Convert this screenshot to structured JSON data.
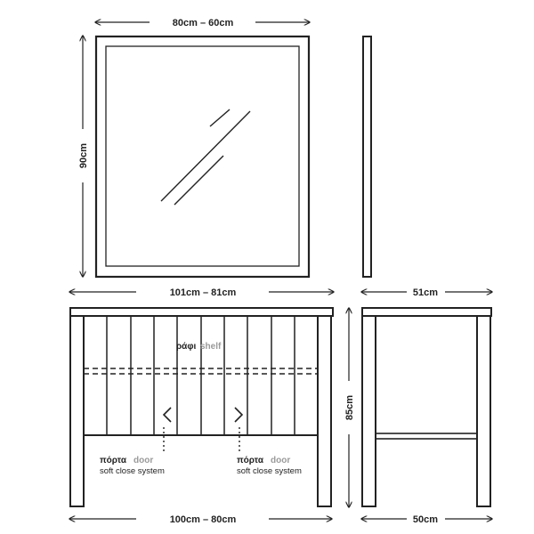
{
  "mirror": {
    "width_label": "80cm – 60cm",
    "height_label": "90cm"
  },
  "cabinet_front": {
    "top_width_label": "101cm – 81cm",
    "bottom_width_label": "100cm – 80cm",
    "shelf": {
      "label_gr": "ράφι",
      "label_en": "shelf"
    },
    "door_left": {
      "label_gr": "πόρτα",
      "label_en": "door",
      "note": "soft close system"
    },
    "door_right": {
      "label_gr": "πόρτα",
      "label_en": "door",
      "note": "soft close system"
    }
  },
  "cabinet_side": {
    "top_depth_label": "51cm",
    "bottom_depth_label": "50cm",
    "height_label": "85cm"
  },
  "colors": {
    "line": "#222222",
    "muted": "#9a9a9a"
  }
}
